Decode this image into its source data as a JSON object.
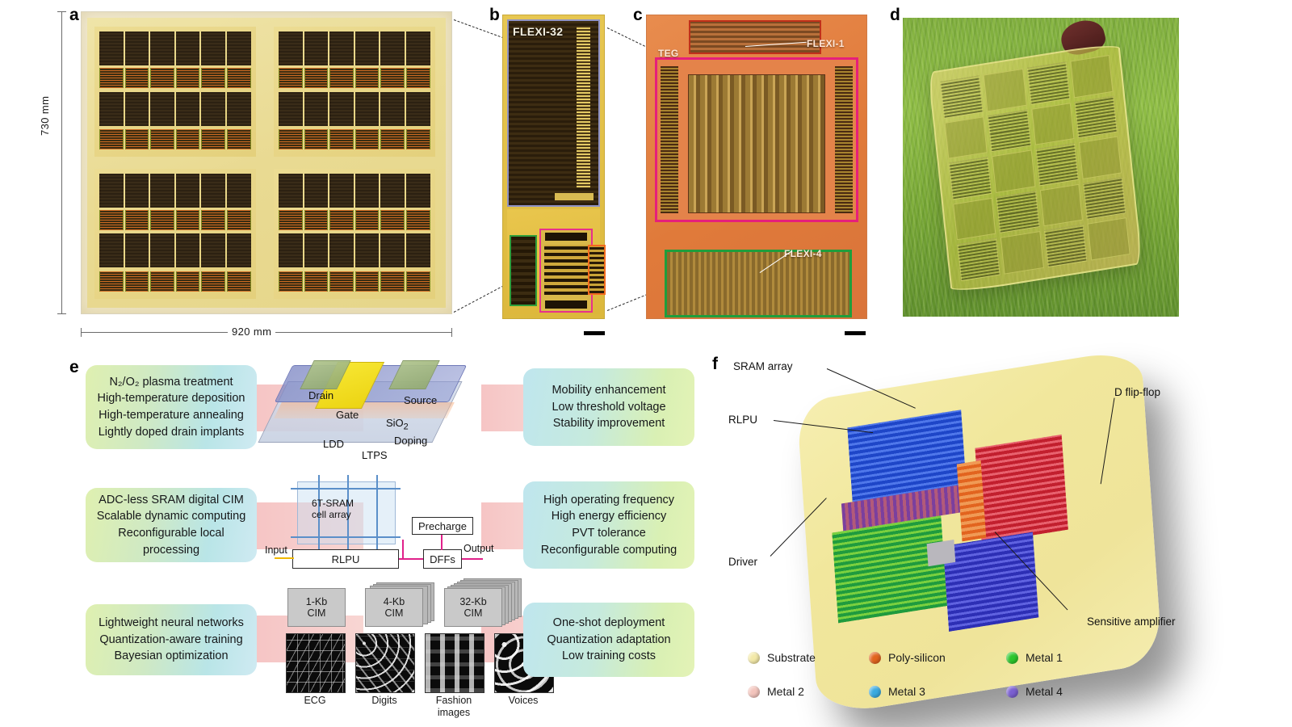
{
  "figure": {
    "panels": [
      "a",
      "b",
      "c",
      "d",
      "e",
      "f"
    ]
  },
  "panel_a": {
    "label": "a",
    "height_dim": "730 mm",
    "width_dim": "920 mm",
    "description": "Full panel-level glass substrate with four quadrants of dies"
  },
  "panel_b": {
    "label": "b",
    "chip_name": "FLEXI-32",
    "scalebar": ""
  },
  "panel_c": {
    "label": "c",
    "annotations": {
      "teg": "TEG",
      "flexi1": "FLEXI-1",
      "flexi4": "FLEXI-4"
    },
    "scalebar": ""
  },
  "panel_d": {
    "label": "d",
    "description": "Flexible chip foil held over grass"
  },
  "panel_e": {
    "label": "e",
    "rows": [
      {
        "left": [
          "N₂/O₂ plasma treatment",
          "High-temperature deposition",
          "High-temperature annealing",
          "Lightly doped drain implants"
        ],
        "right": [
          "Mobility enhancement",
          "Low threshold voltage",
          "Stability improvement"
        ],
        "diagram": {
          "type": "transistor-3d",
          "labels": [
            "Drain",
            "Gate",
            "Source",
            "SiO",
            "LDD",
            "Doping",
            "LTPS"
          ],
          "sio2_sub": "2"
        }
      },
      {
        "left": [
          "ADC-less SRAM digital CIM",
          "Scalable dynamic computing",
          "Reconfigurable local processing"
        ],
        "right": [
          "High operating frequency",
          "High energy efficiency",
          "PVT tolerance",
          "Reconfigurable computing"
        ],
        "diagram": {
          "type": "cim-block",
          "array_label_line1": "6T-SRAM",
          "array_label_line2": "cell array",
          "precharge": "Precharge",
          "rlpu": "RLPU",
          "dffs": "DFFs",
          "input": "Input",
          "output": "Output"
        }
      },
      {
        "left": [
          "Lightweight neural networks",
          "Quantization-aware training",
          "Bayesian optimization"
        ],
        "right": [
          "One-shot deployment",
          "Quantization adaptation",
          "Low training costs"
        ],
        "diagram": {
          "type": "cim-stack-datasets",
          "cim_blocks": [
            "1-Kb\nCIM",
            "4-Kb\nCIM",
            "32-Kb\nCIM"
          ],
          "cim_labels": [
            {
              "l1": "1-Kb",
              "l2": "CIM"
            },
            {
              "l1": "4-Kb",
              "l2": "CIM"
            },
            {
              "l1": "32-Kb",
              "l2": "CIM"
            }
          ],
          "datasets": [
            "ECG",
            "Digits",
            "Fashion images",
            "Voices"
          ]
        }
      }
    ]
  },
  "panel_f": {
    "label": "f",
    "callouts": [
      {
        "text": "SRAM array"
      },
      {
        "text": "RLPU"
      },
      {
        "text": "Driver"
      },
      {
        "text": "D flip-flop"
      },
      {
        "text": "Sensitive amplifier"
      }
    ],
    "legend": [
      {
        "name": "Substrate",
        "color": "#f3e9a8"
      },
      {
        "name": "Poly-silicon",
        "color": "#e2641f"
      },
      {
        "name": "Metal 1",
        "color": "#2cc62c"
      },
      {
        "name": "Metal 2",
        "color": "#f3c4bc"
      },
      {
        "name": "Metal 3",
        "color": "#3aaae0"
      },
      {
        "name": "Metal 4",
        "color": "#7a5fd0"
      }
    ]
  }
}
